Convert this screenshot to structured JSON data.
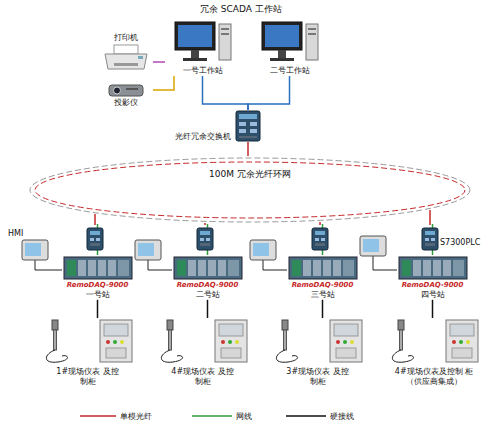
{
  "diagram": {
    "title": "冗余 SCADA 工作站",
    "nodes": [
      {
        "text": [
          "打印机"
        ]
      },
      {
        "text": [
          "投影仪"
        ]
      },
      {
        "text": [
          "一号工作站"
        ]
      },
      {
        "text": [
          "二号工作站"
        ]
      },
      {
        "text": [
          "光纤冗余交换机"
        ]
      },
      {
        "text": [
          "100M 冗余光纤环网"
        ]
      },
      {
        "text": [
          "RemoDAQ-9000",
          "一号站"
        ]
      },
      {
        "text": [
          "RemoDAQ-9000",
          "二号站"
        ]
      },
      {
        "text": [
          "RemoDAQ-9000",
          "三号站"
        ]
      },
      {
        "text": [
          "RemoDAQ-9000",
          "四号站"
        ]
      },
      {
        "text": [
          "1#现场仪表 及控制柜"
        ]
      },
      {
        "text": [
          "4#现场仪表 及控制柜"
        ]
      },
      {
        "text": [
          "3#现场仪表 及控制柜"
        ]
      },
      {
        "text": [
          "4#现场仪表及控制 柜（供应商集成）"
        ]
      }
    ],
    "edges": [
      {
        "from": 0,
        "to": 2,
        "arrow": "none"
      },
      {
        "from": 1,
        "to": 2,
        "arrow": "none"
      },
      {
        "from": 2,
        "to": 4,
        "arrow": "none"
      },
      {
        "from": 3,
        "to": 4,
        "arrow": "none"
      },
      {
        "from": 4,
        "to": 5,
        "arrow": "none"
      },
      {
        "from": 5,
        "to": 6,
        "arrow": "none"
      },
      {
        "from": 5,
        "to": 7,
        "arrow": "none"
      },
      {
        "from": 5,
        "to": 8,
        "arrow": "none"
      },
      {
        "from": 5,
        "to": 9,
        "arrow": "none"
      },
      {
        "from": 6,
        "to": 10,
        "arrow": "none"
      },
      {
        "from": 7,
        "to": 11,
        "arrow": "none"
      },
      {
        "from": 8,
        "to": 12,
        "arrow": "none"
      },
      {
        "from": 9,
        "to": 13,
        "arrow": "none"
      }
    ],
    "labels": [
      "HMI",
      "S7300PLC"
    ],
    "legend": [
      {
        "text": "单模光纤"
      },
      {
        "text": "网线"
      },
      {
        "text": "硬接线"
      }
    ]
  }
}
